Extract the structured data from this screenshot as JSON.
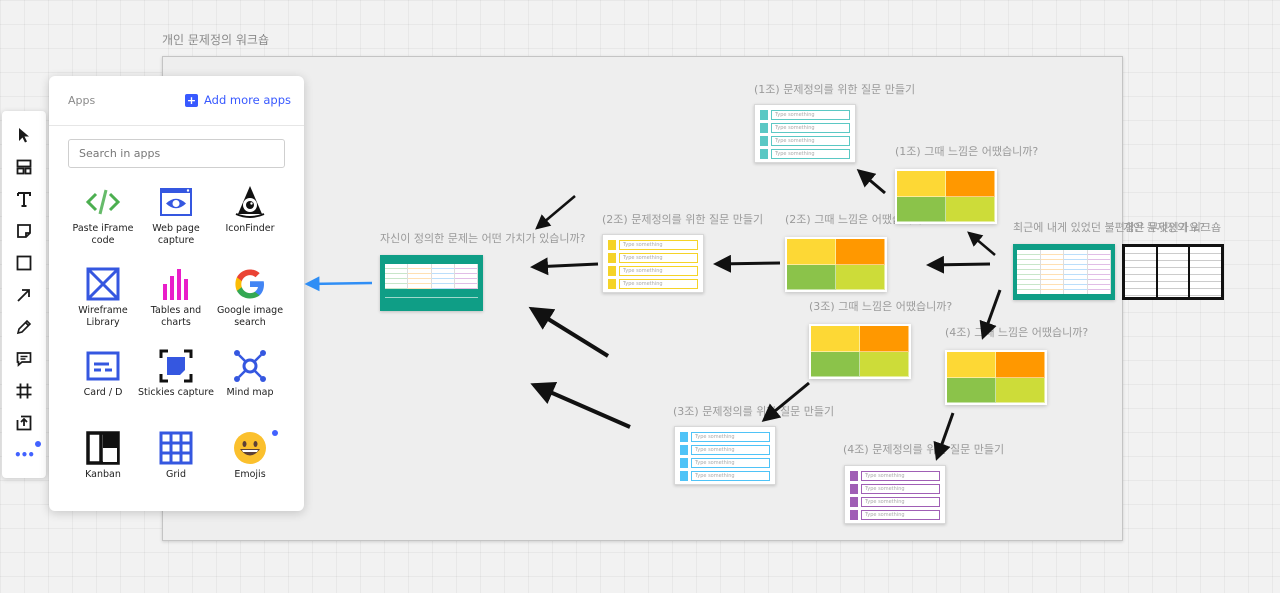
{
  "frame": {
    "title": "개인 문제정의 워크숍"
  },
  "toolbar": {
    "tools": [
      {
        "name": "select-tool",
        "icon": "cursor-icon"
      },
      {
        "name": "templates-tool",
        "icon": "templates-icon"
      },
      {
        "name": "text-tool",
        "icon": "text-icon"
      },
      {
        "name": "sticky-note-tool",
        "icon": "sticky-note-icon"
      },
      {
        "name": "shape-tool",
        "icon": "square-icon"
      },
      {
        "name": "connection-line-tool",
        "icon": "arrow-icon"
      },
      {
        "name": "pen-tool",
        "icon": "pen-icon"
      },
      {
        "name": "comment-tool",
        "icon": "comment-icon"
      },
      {
        "name": "frame-tool",
        "icon": "frame-icon"
      },
      {
        "name": "upload-tool",
        "icon": "upload-icon"
      },
      {
        "name": "more-tools",
        "icon": "more-icon",
        "label": "•••"
      }
    ]
  },
  "apps_panel": {
    "title": "Apps",
    "add_more_label": "Add more apps",
    "search_placeholder": "Search in apps",
    "apps": [
      {
        "label": "Paste iFrame code",
        "icon": "code-icon",
        "color": "#4caf50"
      },
      {
        "label": "Web page capture",
        "icon": "web-capture-icon",
        "color": "#3557e0"
      },
      {
        "label": "IconFinder",
        "icon": "iconfinder-icon",
        "color": "#111111"
      },
      {
        "label": "Wireframe Library",
        "icon": "wireframe-icon",
        "color": "#3557e0"
      },
      {
        "label": "Tables and charts",
        "icon": "bar-chart-icon",
        "color": "#e91ec9"
      },
      {
        "label": "Google image search",
        "icon": "google-icon",
        "color": "#4285f4"
      },
      {
        "label": "Card / D",
        "icon": "card-icon",
        "color": "#3557e0"
      },
      {
        "label": "Stickies capture",
        "icon": "stickies-capture-icon",
        "color": "#3557e0"
      },
      {
        "label": "Mind map",
        "icon": "mind-map-icon",
        "color": "#3557e0"
      },
      {
        "label": "Kanban",
        "icon": "kanban-icon",
        "color": "#111111"
      },
      {
        "label": "Grid",
        "icon": "grid-icon",
        "color": "#3557e0"
      },
      {
        "label": "Emojis",
        "icon": "emoji-icon",
        "color": "#fbc02d"
      }
    ]
  },
  "canvas": {
    "annotations": {
      "q1_make": "(1조) 문제정의를 위한 질문 만들기",
      "q1_feel": "(1조) 그때 느낌은 어땠습니까?",
      "q2_make": "(2조) 문제정의를 위한 질문 만들기",
      "q2_feel": "(2조) 그때 느낌은 어땠습니까?",
      "value": "자신이 정의한 문제는 어떤 가치가 있습니까?",
      "recent": "최근에 내게 있었던 불편함은 무엇인가요?",
      "workshop": "개인 문제정의 워크숍",
      "q3_feel": "(3조) 그때 느낌은 어땠습니까?",
      "q4_feel": "(4조) 그때 느낌은 어땠습니까?",
      "q3_make": "(3조) 문제정의를 위한 질문 만들기",
      "q4_make": "(4조) 문제정의를 위한 질문 만들기"
    },
    "card_placeholder": "Type something",
    "colors": {
      "teal": "#5bc8c4",
      "yellow": "#f5d328",
      "sky": "#4fc3f7",
      "purple": "#a05fb5",
      "grid_yellow": "#fdd835",
      "grid_orange": "#ff9800",
      "grid_green": "#8bc34a",
      "grid_lime": "#cddc39",
      "board_teal": "#0f9e86",
      "selection_blue": "#2f8ef5"
    }
  }
}
